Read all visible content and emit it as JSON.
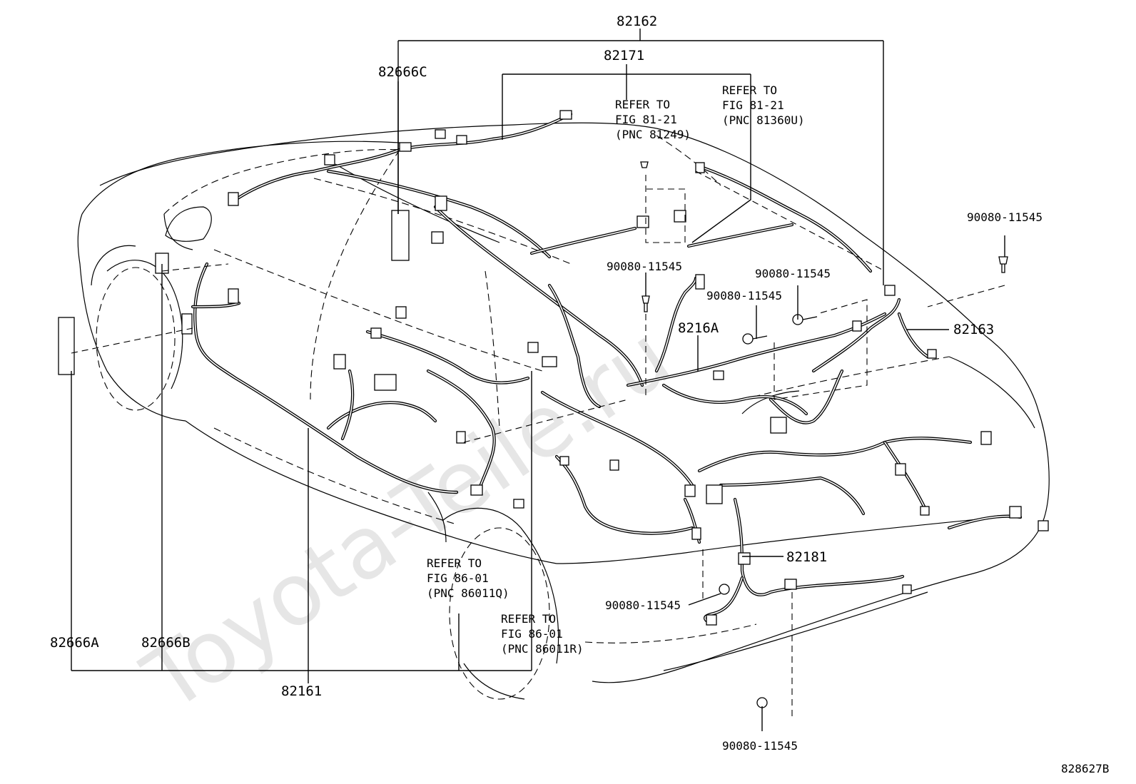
{
  "watermark": "Toyota-Teile.ru",
  "figure_id": "828627B",
  "part_labels": {
    "p82162": "82162",
    "p82171": "82171",
    "p82666C": "82666C",
    "p82163": "82163",
    "p8216A": "8216A",
    "p82181": "82181",
    "p82666A": "82666A",
    "p82666B": "82666B",
    "p82161": "82161"
  },
  "bolt_labels": {
    "b1": "90080-11545",
    "b2": "90080-11545",
    "b3": "90080-11545",
    "b4": "90080-11545",
    "b5": "90080-11545",
    "b6": "90080-11545"
  },
  "refer_notes": {
    "r81249": [
      "REFER TO",
      "FIG 81-21",
      "(PNC 81249)"
    ],
    "r81360U": [
      "REFER TO",
      "FIG 81-21",
      "(PNC 81360U)"
    ],
    "r86011Q": [
      "REFER TO",
      "FIG 86-01",
      "(PNC 86011Q)"
    ],
    "r86011R": [
      "REFER TO",
      "FIG 86-01",
      "(PNC 86011R)"
    ]
  }
}
